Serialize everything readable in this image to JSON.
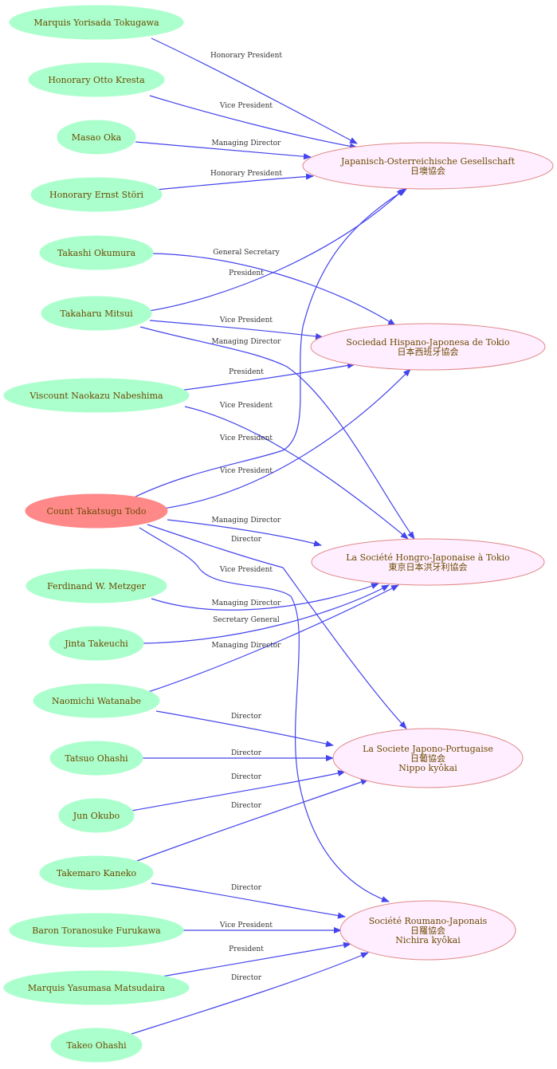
{
  "colors": {
    "person_fill": "#aaffcc",
    "highlight_fill": "#ff8888",
    "org_fill": "#ffeeff",
    "org_stroke": "#e08888",
    "edge": "#4444ee",
    "node_text": "#6b4a00",
    "edge_text": "#333333"
  },
  "people": [
    {
      "id": "p_tokugawa",
      "label": "Marquis  Yorisada Tokugawa"
    },
    {
      "id": "p_kresta",
      "label": "Honorary Otto Kresta"
    },
    {
      "id": "p_oka",
      "label": "Masao Oka"
    },
    {
      "id": "p_stori",
      "label": "Honorary Ernst Störi"
    },
    {
      "id": "p_okumura",
      "label": "Takashi Okumura"
    },
    {
      "id": "p_mitsui",
      "label": "Takaharu Mitsui"
    },
    {
      "id": "p_nabeshima",
      "label": "Viscount  Naokazu Nabeshima"
    },
    {
      "id": "p_todo",
      "label": "Count  Takatsugu Todo",
      "highlight": true
    },
    {
      "id": "p_metzger",
      "label": "Ferdinand W. Metzger"
    },
    {
      "id": "p_takeuchi",
      "label": "Jinta Takeuchi"
    },
    {
      "id": "p_watanabe",
      "label": "Naomichi Watanabe"
    },
    {
      "id": "p_tohashi",
      "label": "Tatsuo Ohashi"
    },
    {
      "id": "p_okubo",
      "label": "Jun Okubo"
    },
    {
      "id": "p_kaneko",
      "label": "Takemaro Kaneko"
    },
    {
      "id": "p_furukawa",
      "label": "Baron Toranosuke Furukawa"
    },
    {
      "id": "p_matsudaira",
      "label": "Marquis Yasumasa Matsudaira"
    },
    {
      "id": "p_takeo",
      "label": "Takeo Ohashi"
    }
  ],
  "organizations": [
    {
      "id": "o_austria",
      "lines": [
        "Japanisch-Osterreichische Gesellschaft",
        "日墺協会"
      ]
    },
    {
      "id": "o_spain",
      "lines": [
        "Sociedad Hispano-Japonesa de Tokio",
        "日本西班牙協会"
      ]
    },
    {
      "id": "o_hungary",
      "lines": [
        "La Société Hongro-Japonaise à Tokio",
        "東京日本洪牙利協会"
      ]
    },
    {
      "id": "o_portugal",
      "lines": [
        "La Societe Japono-Portugaise",
        "日葡協会",
        "Nippo kyôkai"
      ]
    },
    {
      "id": "o_romania",
      "lines": [
        "Société Roumano-Japonais",
        "日羅協会",
        "Nichira kyôkai"
      ]
    }
  ],
  "edges": [
    {
      "from": "p_tokugawa",
      "to": "o_austria",
      "label": "Honorary President"
    },
    {
      "from": "p_kresta",
      "to": "o_austria",
      "label": "Vice President"
    },
    {
      "from": "p_oka",
      "to": "o_austria",
      "label": "Managing Director"
    },
    {
      "from": "p_stori",
      "to": "o_austria",
      "label": "Honorary President"
    },
    {
      "from": "p_okumura",
      "to": "o_spain",
      "label": "General Secretary"
    },
    {
      "from": "p_mitsui",
      "to": "o_austria",
      "label": "President"
    },
    {
      "from": "p_mitsui",
      "to": "o_spain",
      "label": "Vice President"
    },
    {
      "from": "p_mitsui",
      "to": "o_hungary",
      "label": "Managing Director"
    },
    {
      "from": "p_nabeshima",
      "to": "o_spain",
      "label": "President"
    },
    {
      "from": "p_nabeshima",
      "to": "o_hungary",
      "label": "Vice President"
    },
    {
      "from": "p_todo",
      "to": "o_austria",
      "label": "Vice President"
    },
    {
      "from": "p_todo",
      "to": "o_spain",
      "label": "Vice President"
    },
    {
      "from": "p_todo",
      "to": "o_hungary",
      "label": "Managing Director"
    },
    {
      "from": "p_todo",
      "to": "o_portugal",
      "label": "Director"
    },
    {
      "from": "p_todo",
      "to": "o_romania",
      "label": "Vice President"
    },
    {
      "from": "p_metzger",
      "to": "o_hungary",
      "label": "Managing Director"
    },
    {
      "from": "p_takeuchi",
      "to": "o_hungary",
      "label": "Secretary General"
    },
    {
      "from": "p_watanabe",
      "to": "o_hungary",
      "label": "Managing Director"
    },
    {
      "from": "p_watanabe",
      "to": "o_portugal",
      "label": "Director"
    },
    {
      "from": "p_tohashi",
      "to": "o_portugal",
      "label": "Director"
    },
    {
      "from": "p_okubo",
      "to": "o_portugal",
      "label": "Director"
    },
    {
      "from": "p_kaneko",
      "to": "o_portugal",
      "label": "Director"
    },
    {
      "from": "p_kaneko",
      "to": "o_romania",
      "label": "Director"
    },
    {
      "from": "p_furukawa",
      "to": "o_romania",
      "label": "Vice President"
    },
    {
      "from": "p_matsudaira",
      "to": "o_romania",
      "label": "President"
    },
    {
      "from": "p_takeo",
      "to": "o_romania",
      "label": "Director"
    }
  ]
}
